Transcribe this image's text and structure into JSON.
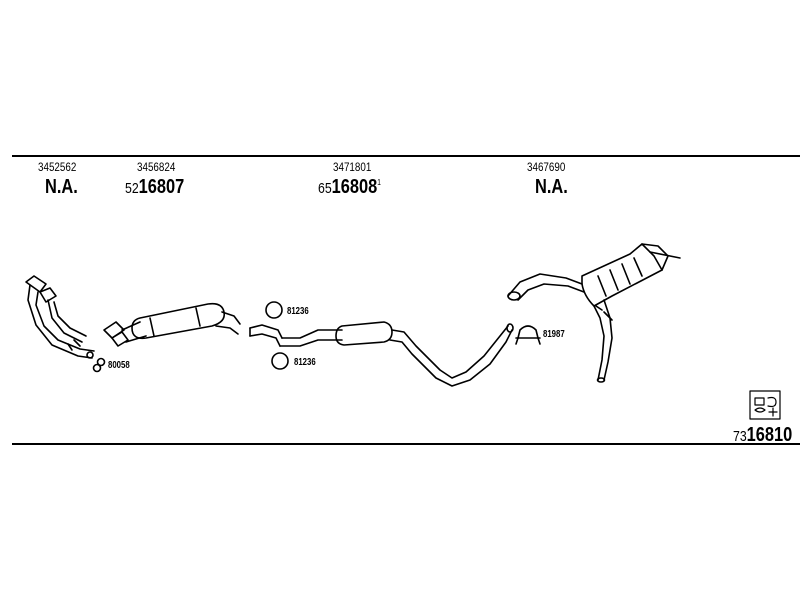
{
  "header_columns": [
    {
      "part_number": "3452562",
      "code_prefix": "",
      "code": "N.A.",
      "code_suffix": ""
    },
    {
      "part_number": "3456824",
      "code_prefix": "52",
      "code": "16807",
      "code_suffix": ""
    },
    {
      "part_number": "3471801",
      "code_prefix": "65",
      "code": "16808",
      "code_suffix": "1"
    },
    {
      "part_number": "3467690",
      "code_prefix": "",
      "code": "N.A.",
      "code_suffix": ""
    }
  ],
  "small_parts": [
    {
      "ref": "80058"
    },
    {
      "ref": "81236"
    },
    {
      "ref": "81236"
    },
    {
      "ref": "81987"
    }
  ],
  "footer": {
    "prefix": "73",
    "code": "16810"
  },
  "icons": {
    "kit_symbol": "fitting-kit-icon"
  }
}
